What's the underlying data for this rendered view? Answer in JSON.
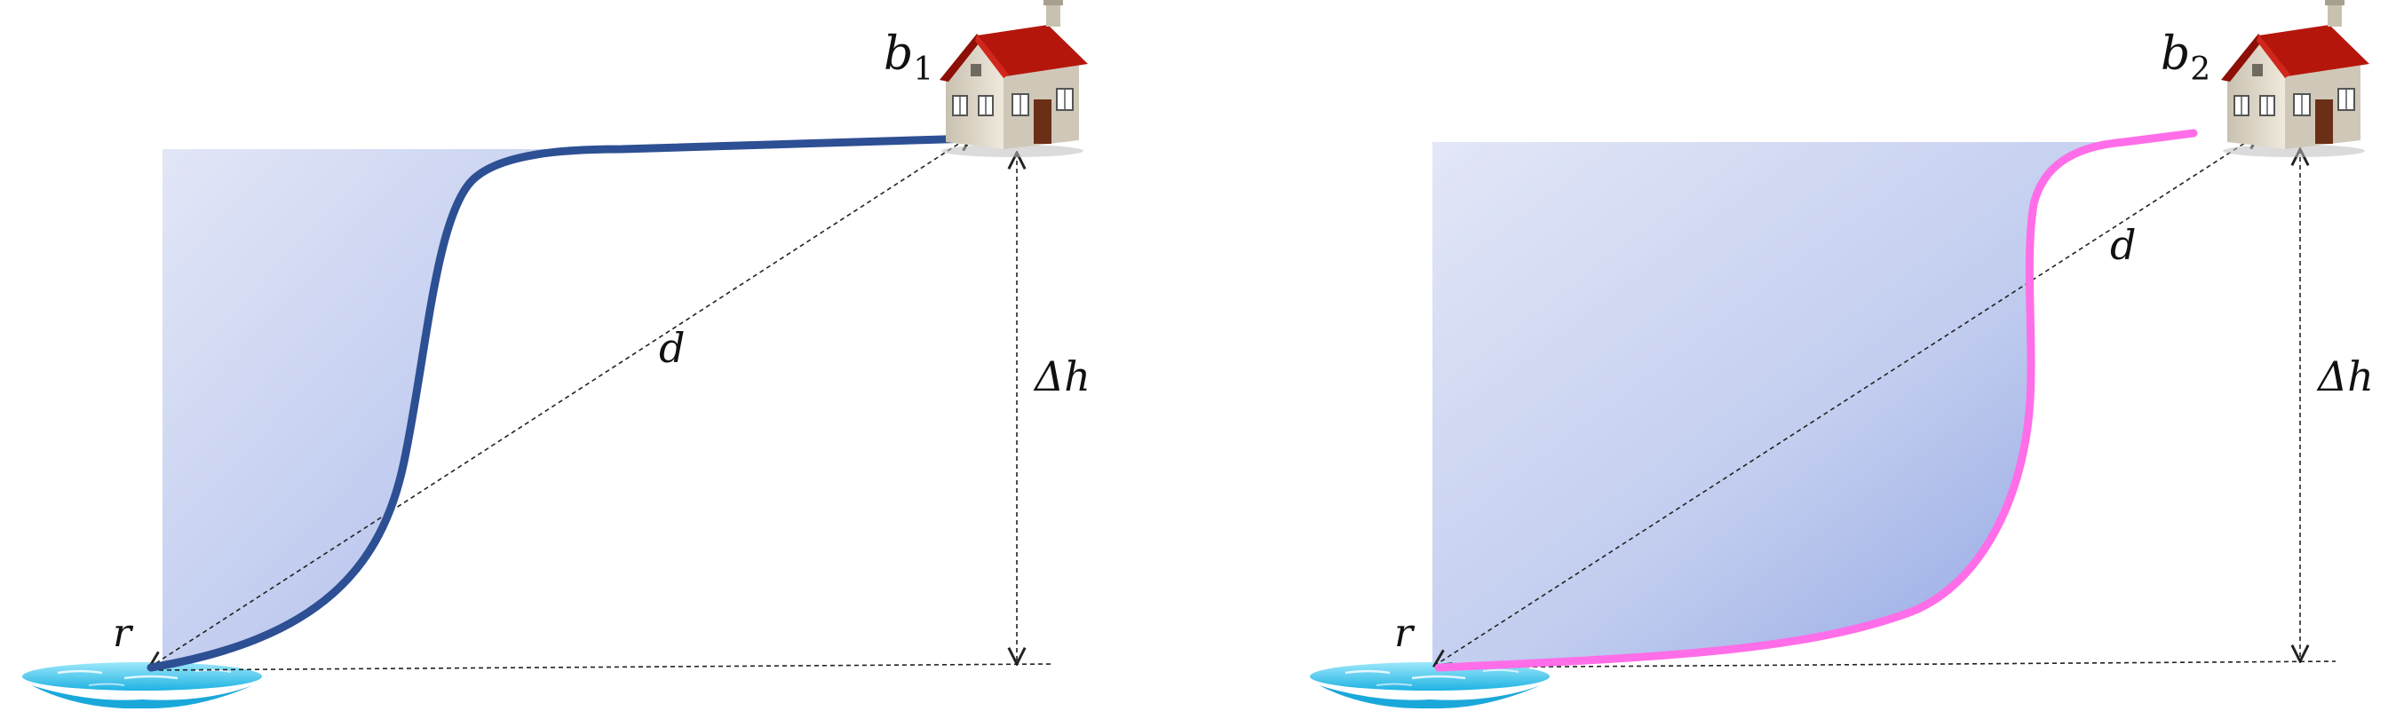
{
  "colors": {
    "shade_light": "#e3e7f7",
    "shade_mid": "#c2cdef",
    "shade_dark": "#97abe6",
    "path_blue": "#2d4f93",
    "path_pink": "#ff6ee8",
    "water_top": "#8fe2f7",
    "water_bottom": "#22b6e6",
    "line": "#222222",
    "roof": "#b5160c",
    "wall": "#d9d2c2",
    "door": "#6b2e16"
  },
  "icons": {
    "house": "house-icon",
    "water": "water-body-icon"
  },
  "panels": [
    {
      "id": "left",
      "building_letter": "b",
      "building_subscript": "1",
      "distance_label": "d",
      "height_label": "Δh",
      "river_label": "r",
      "path_color": "path_blue"
    },
    {
      "id": "right",
      "building_letter": "b",
      "building_subscript": "2",
      "distance_label": "d",
      "height_label": "Δh",
      "river_label": "r",
      "path_color": "path_pink"
    }
  ]
}
